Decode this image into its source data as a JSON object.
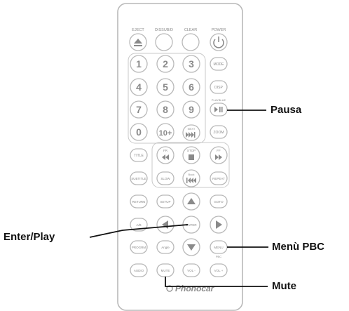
{
  "remote": {
    "top_labels": [
      "EJECT",
      "DISSUB/D",
      "CLEAR",
      "POWER"
    ],
    "digits": [
      "1",
      "2",
      "3",
      "4",
      "5",
      "6",
      "7",
      "8",
      "9",
      "0",
      "10+"
    ],
    "side_buttons": [
      "MODE",
      "DISP",
      "ZOOM"
    ],
    "playback_header": "PLAYBLUE",
    "next_label": "NEXT",
    "fr_label": "FR",
    "stop_label": "STOP",
    "ff_label": "FF",
    "back_label": "Back",
    "function_buttons": {
      "title": "TITLE",
      "subtitle": "SUBTITLE",
      "slow": "SLOW",
      "repeat": "REPEAT",
      "return": "RETURN",
      "setup": "SETUP",
      "goto": "GOTO",
      "ab": "A/B",
      "enter": "ENTER",
      "program": "PROGRM",
      "angle": "Angle",
      "menu": "MENU",
      "audio": "AUDIO",
      "mute": "MUTE",
      "vol_minus": "VOL -",
      "vol_plus": "VOL +",
      "pbc_label": "PBC"
    },
    "brand": "Phonocar"
  },
  "callouts": {
    "pausa": "Pausa",
    "enter_play": "Enter/Play",
    "menu_pbc": "Menù PBC",
    "mute": "Mute"
  },
  "colors": {
    "outline": "#b9b9b9",
    "text_gray": "#8a8a8a",
    "leader": "#111111"
  }
}
